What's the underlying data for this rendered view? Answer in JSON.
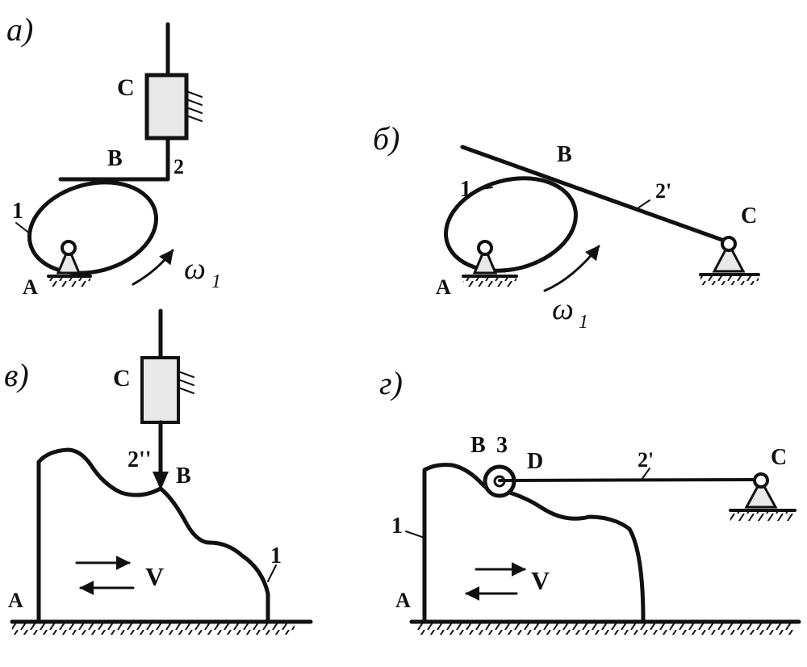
{
  "panels": {
    "a": {
      "tag": "а)",
      "labels": {
        "A": "A",
        "B": "B",
        "C": "C",
        "cam": "1",
        "follower": "2",
        "omega_sym": "ω",
        "omega_sub": "1"
      }
    },
    "b": {
      "tag": "б)",
      "labels": {
        "A": "A",
        "B": "B",
        "C": "C",
        "cam": "1",
        "follower": "2'",
        "omega_sym": "ω",
        "omega_sub": "1"
      }
    },
    "v": {
      "tag": "в)",
      "labels": {
        "A": "A",
        "B": "B",
        "C": "C",
        "cam": "1",
        "follower": "2''",
        "velocity": "V"
      }
    },
    "g": {
      "tag": "г)",
      "labels": {
        "A": "A",
        "B": "B",
        "C": "C",
        "D": "D",
        "roller": "3",
        "cam": "1",
        "follower": "2'",
        "velocity": "V"
      }
    }
  },
  "colors": {
    "ink": "#111111",
    "box_fill": "#e8e8e8",
    "background": "#ffffff"
  }
}
